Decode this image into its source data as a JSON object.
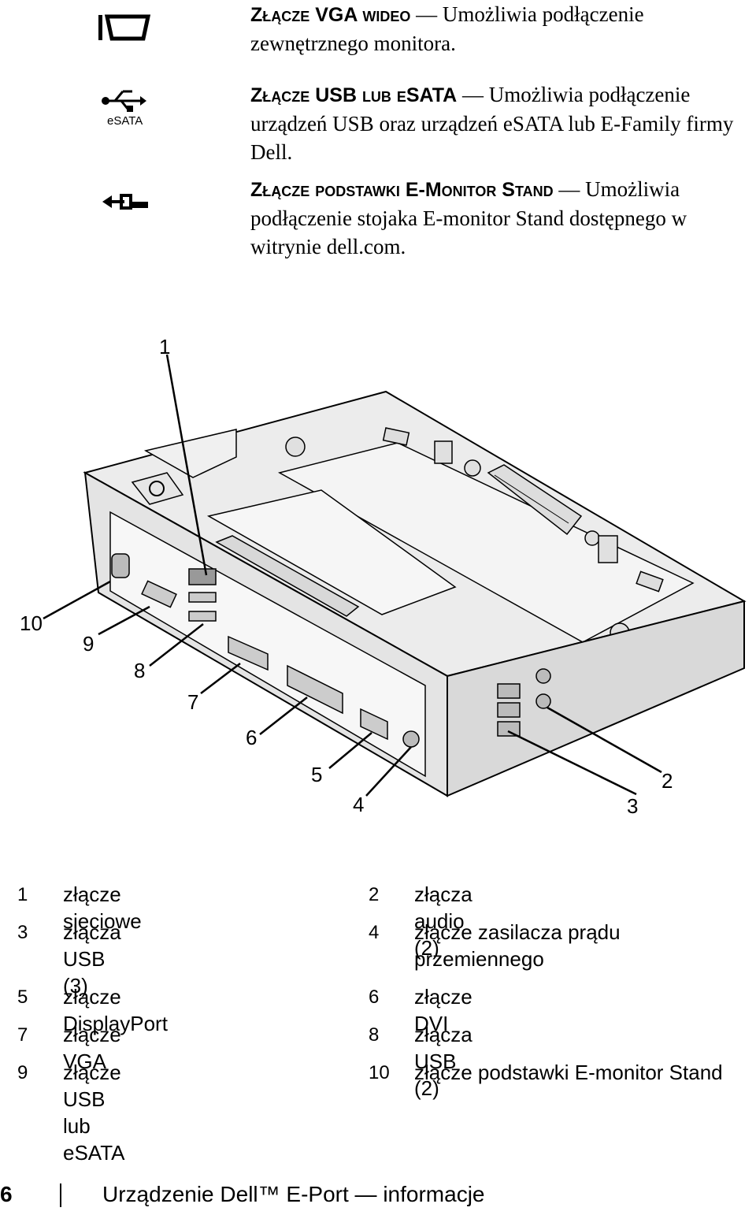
{
  "entries": [
    {
      "head": "Złącze VGA wideo",
      "dash": "—",
      "text": "Umożliwia podłączenie zewnętrznego monitora.",
      "icon": "vga-connector-icon"
    },
    {
      "head": "Złącze USB lub eSATA",
      "dash": "—",
      "text": "Umożliwia podłączenie urządzeń USB oraz urządzeń eSATA lub E-Family firmy Dell.",
      "icon": "usb-esata-icon",
      "icon_label": "eSATA"
    },
    {
      "head": "Złącze podstawki E-Monitor Stand",
      "dash": "—",
      "text": "Umożliwia podłączenie stojaka E-monitor Stand dostępnego w witrynie dell.com.",
      "icon": "monitor-stand-icon"
    }
  ],
  "figure": {
    "callouts": [
      "1",
      "2",
      "3",
      "4",
      "5",
      "6",
      "7",
      "8",
      "9",
      "10"
    ]
  },
  "legend": [
    {
      "num": "1",
      "text": "złącze sieciowe"
    },
    {
      "num": "2",
      "text": "złącza audio (2)"
    },
    {
      "num": "3",
      "text": "złącza USB (3)"
    },
    {
      "num": "4",
      "text": "złącze zasilacza prądu przemiennego"
    },
    {
      "num": "5",
      "text": "złącze DisplayPort"
    },
    {
      "num": "6",
      "text": "złącze DVI"
    },
    {
      "num": "7",
      "text": "złącze VGA"
    },
    {
      "num": "8",
      "text": "złącza USB (2)"
    },
    {
      "num": "9",
      "text": "złącze USB lub eSATA"
    },
    {
      "num": "10",
      "text": "złącze podstawki E-monitor Stand"
    }
  ],
  "footer": {
    "page": "6",
    "title": "Urządzenie Dell™ E-Port — informacje"
  }
}
